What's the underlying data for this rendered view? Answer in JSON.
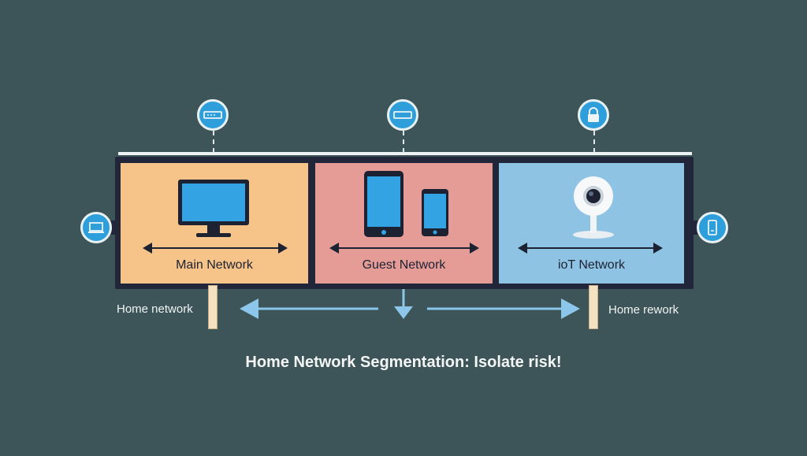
{
  "colors": {
    "background": "#3d5558",
    "main_network": "#f6c389",
    "guest_network": "#e59c97",
    "iot_network": "#8ec3e4",
    "arrow_light_blue": "#8cc6ea",
    "badge_blue": "#2f9fdc"
  },
  "panels": {
    "main": {
      "label": "Main Network",
      "icon": "monitor-icon"
    },
    "guest": {
      "label": "Guest Network",
      "icon": "phone-icon"
    },
    "iot": {
      "label": "ioT Network",
      "icon": "security-camera-icon"
    }
  },
  "badges": {
    "top_left": "router-icon",
    "top_center": "switch-icon",
    "top_right": "lock-icon",
    "side_left": "laptop-icon",
    "side_right": "device-icon"
  },
  "captions": {
    "left": "Home network",
    "right": "Home rework"
  },
  "title": "Home Network Segmentation: Isolate risk!"
}
